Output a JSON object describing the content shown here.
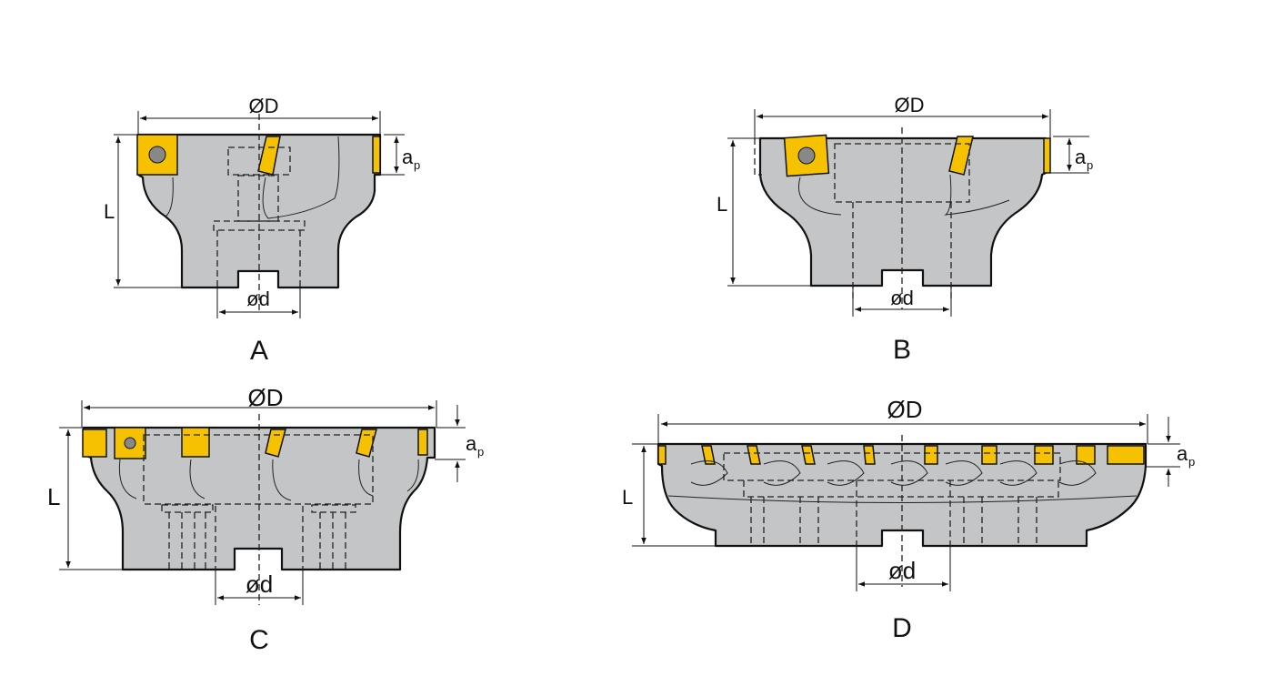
{
  "colors": {
    "body": "#c3c5c7",
    "insert": "#f6c200",
    "line": "#111111"
  },
  "figures": [
    {
      "letter": "A",
      "outer_diameter": "ØD",
      "length": "L",
      "depth": "a",
      "depth_sub": "p",
      "bore": "ød"
    },
    {
      "letter": "B",
      "outer_diameter": "ØD",
      "length": "L",
      "depth": "a",
      "depth_sub": "p",
      "bore": "ød"
    },
    {
      "letter": "C",
      "outer_diameter": "ØD",
      "length": "L",
      "depth": "a",
      "depth_sub": "p",
      "bore": "ød"
    },
    {
      "letter": "D",
      "outer_diameter": "ØD",
      "length": "L",
      "depth": "a",
      "depth_sub": "p",
      "bore": "ød"
    }
  ]
}
